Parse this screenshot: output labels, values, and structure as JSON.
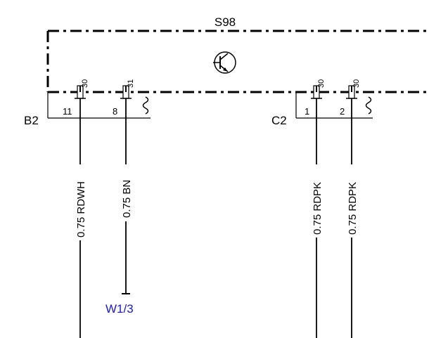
{
  "module": {
    "id": "S98"
  },
  "connectors": [
    {
      "id": "B2",
      "pins": [
        "11",
        "8"
      ]
    },
    {
      "id": "C2",
      "pins": [
        "1",
        "2"
      ]
    }
  ],
  "terminals": [
    "30",
    "31",
    "30",
    "30"
  ],
  "wires": [
    {
      "label": "0.75 RDWH"
    },
    {
      "label": "0.75 BN"
    },
    {
      "label": "0.75 RDPK"
    },
    {
      "label": "0.75 RDPK"
    }
  ],
  "reference": {
    "label": "W1/3",
    "color": "#1a1ad6"
  },
  "icons": {
    "transistor": "transistor-icon"
  }
}
